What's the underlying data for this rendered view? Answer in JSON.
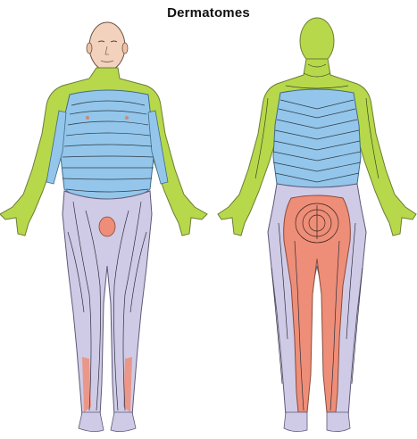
{
  "title": "Dermatomes",
  "regions": {
    "cervical": "#b6d84a",
    "thoracic": "#93c6ea",
    "lumbar": "#cfcbe6",
    "sacral": "#ee8e78",
    "skin": "#f1d3bf",
    "outline": "#5a4a3e",
    "boundary_line": "#3b3b3b"
  },
  "views": [
    "anterior",
    "posterior"
  ]
}
